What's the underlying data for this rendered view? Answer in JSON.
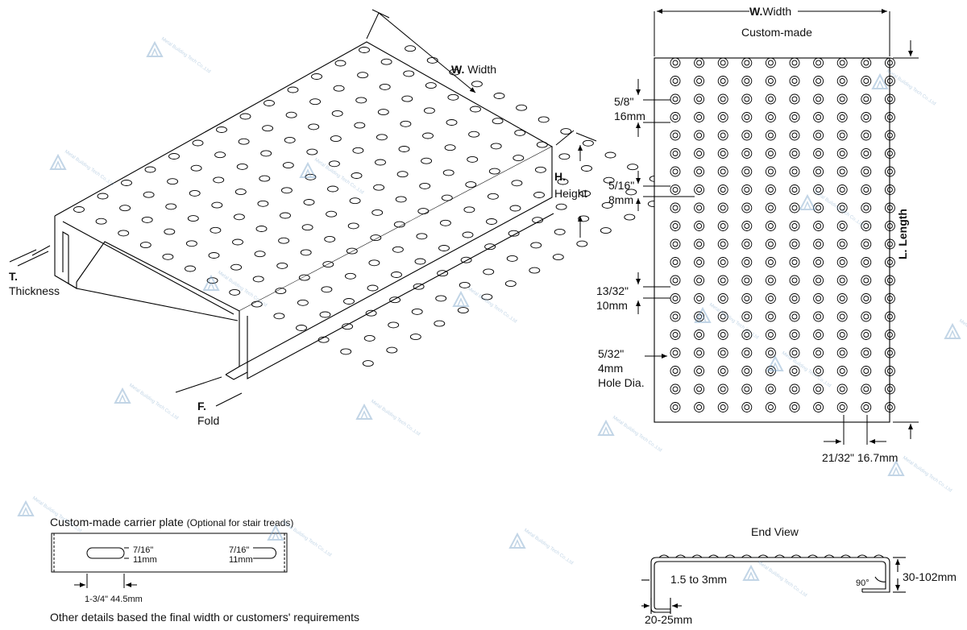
{
  "iso_view": {
    "width_label_bold": "W.",
    "width_label": "Width",
    "height_label_bold": "H.",
    "height_label": "Height",
    "thickness_label_bold": "T.",
    "thickness_label": "Thickness",
    "fold_label_bold": "F.",
    "fold_label": "Fold"
  },
  "top_view": {
    "width_label_bold": "W.",
    "width_label": "Width",
    "custom_made": "Custom-made",
    "length_label": "L. Length",
    "dims": [
      {
        "imperial": "5/8\"",
        "metric": "16mm"
      },
      {
        "imperial": "5/16\"",
        "metric": "8mm"
      },
      {
        "imperial": "13/32\"",
        "metric": "10mm"
      },
      {
        "imperial": "5/32\"",
        "metric": "4mm",
        "note": "Hole Dia."
      }
    ],
    "pitch_label": "21/32\" 16.7mm",
    "hole_columns": 10,
    "hole_rows": 20
  },
  "carrier_plate": {
    "title": "Custom-made carrier plate",
    "subtitle": "(Optional for stair treads)",
    "slot1_imperial": "7/16\"",
    "slot1_metric": "11mm",
    "slot2_imperial": "7/16\"",
    "slot2_metric": "11mm",
    "offset": "1-3/4\" 44.5mm",
    "note": "Other details based the final width or customers' requirements"
  },
  "end_view": {
    "title": "End View",
    "thickness": "1.5 to 3mm",
    "height": "30-102mm",
    "fold": "20-25mm",
    "angle": "90°"
  },
  "watermark": {
    "text_lines": [
      "Metal",
      "Building",
      "Tech Co.,Ltd"
    ],
    "color": "#7aa3c8"
  }
}
